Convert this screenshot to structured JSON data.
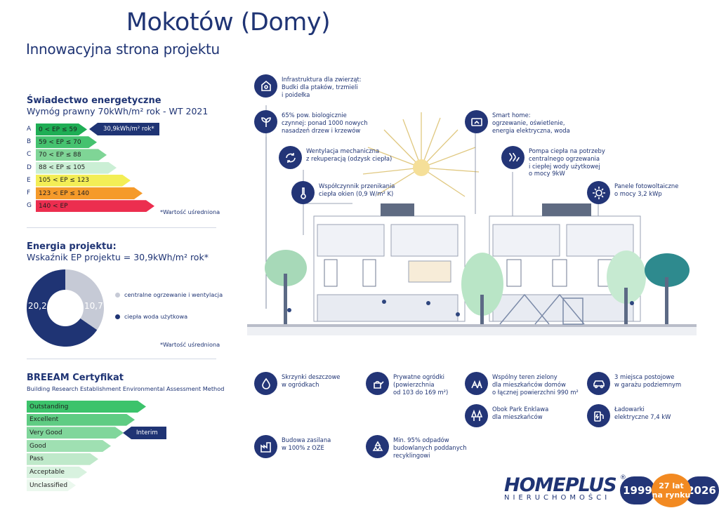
{
  "header": {
    "title": "Mokotów (Domy)",
    "subtitle": "Innowacyjna strona projektu"
  },
  "energy_certificate": {
    "title": "Świadectwo energetyczne",
    "requirement": "Wymóg prawny 70kWh/m² rok - WT 2021",
    "classes": [
      {
        "letter": "A",
        "range": "0  < EP ≤ 59",
        "color": "#1fae55"
      },
      {
        "letter": "B",
        "range": "59  < EP ≤ 70",
        "color": "#45c26f"
      },
      {
        "letter": "C",
        "range": "70  < EP ≤ 88",
        "color": "#7fd596"
      },
      {
        "letter": "D",
        "range": "88  < EP ≤ 105",
        "color": "#cbefd5"
      },
      {
        "letter": "E",
        "range": "105  < EP ≤ 123",
        "color": "#f3ee56"
      },
      {
        "letter": "F",
        "range": "123  < EP ≤ 140",
        "color": "#f59a2a"
      },
      {
        "letter": "G",
        "range": "140  <  EP",
        "color": "#ec2e4f"
      }
    ],
    "marker": "30,9kWh/m² rok*",
    "footnote": "*Wartość uśredniona"
  },
  "project_energy": {
    "title": "Energia projektu:",
    "indicator": "Wskaźnik EP projektu = 30,9kWh/m² rok*",
    "footnote": "*Wartość uśredniona"
  },
  "chart_data": {
    "type": "pie",
    "categories": [
      "centralne ogrzewanie i wentylacja",
      "ciepła woda użytkowa"
    ],
    "values": [
      10.7,
      20.2
    ],
    "value_labels": [
      "10,7",
      "20,2"
    ],
    "colors": [
      "#c6cad6",
      "#1f3474"
    ]
  },
  "breeam": {
    "title": "BREEAM Certyfikat",
    "subtitle": "Building Research Establishment Environmental Assessment Method",
    "levels": [
      {
        "label": "Outstanding",
        "color": "#3cc36b"
      },
      {
        "label": "Excellent",
        "color": "#5fcc83"
      },
      {
        "label": "Very Good",
        "color": "#80d69b"
      },
      {
        "label": "Good",
        "color": "#9fe0b2"
      },
      {
        "label": "Pass",
        "color": "#bfe9ca"
      },
      {
        "label": "Acceptable",
        "color": "#d8f2df"
      },
      {
        "label": "Unclassified",
        "color": "#ebf8ee"
      }
    ],
    "marker": "Interim"
  },
  "features": {
    "animals": "Infrastruktura dla zwierząt:\nBudki dla ptaków, trzmieli\ni poidełka",
    "bio_area": "65% pow. biologicznie\nczynnej: ponad 1000 nowych\nnasadzeń drzew i krzewów",
    "smart_home": "Smart home:\nogrzewanie, oświetlenie,\nenergia elektryczna, woda",
    "ventilation": "Wentylacja mechaniczna\nz rekuperacją (odzysk ciepła)",
    "heat_pump": "Pompa ciepła na potrzeby\ncentralnego ogrzewania\ni ciepłej wody użytkowej\no mocy 9kW",
    "window": "Współczynnik przenikania\nciepła okien (0,9 W/m² K)",
    "pv": "Panele fotowoltaiczne\no mocy 3,2 kWp",
    "rain": "Skrzynki deszczowe\nw ogródkach",
    "gardens": "Prywatne ogródki\n(powierzchnia\nod 103 do 169 m²)",
    "green": "Wspólny teren zielony\ndla mieszkańców domów\no łącznej powierzchni 990 m²",
    "parking": "3 miejsca postojowe\nw garażu podziemnym",
    "park": "Obok Park Enklawa\ndla mieszkańców",
    "chargers": "Ładowarki\nelektryczne 7,4 kW",
    "oze": "Budowa zasilana\nw 100% z OZE",
    "waste": "Min. 95% odpadów\nbudowlanych poddanych\nrecyklingowi"
  },
  "logo": {
    "brand": "HOMEPLUS",
    "sub": "NIERUCHOMOŚCI",
    "registered": "®",
    "year_from": "1999",
    "badge": "27 lat\nna rynku",
    "year_to": "2026"
  }
}
